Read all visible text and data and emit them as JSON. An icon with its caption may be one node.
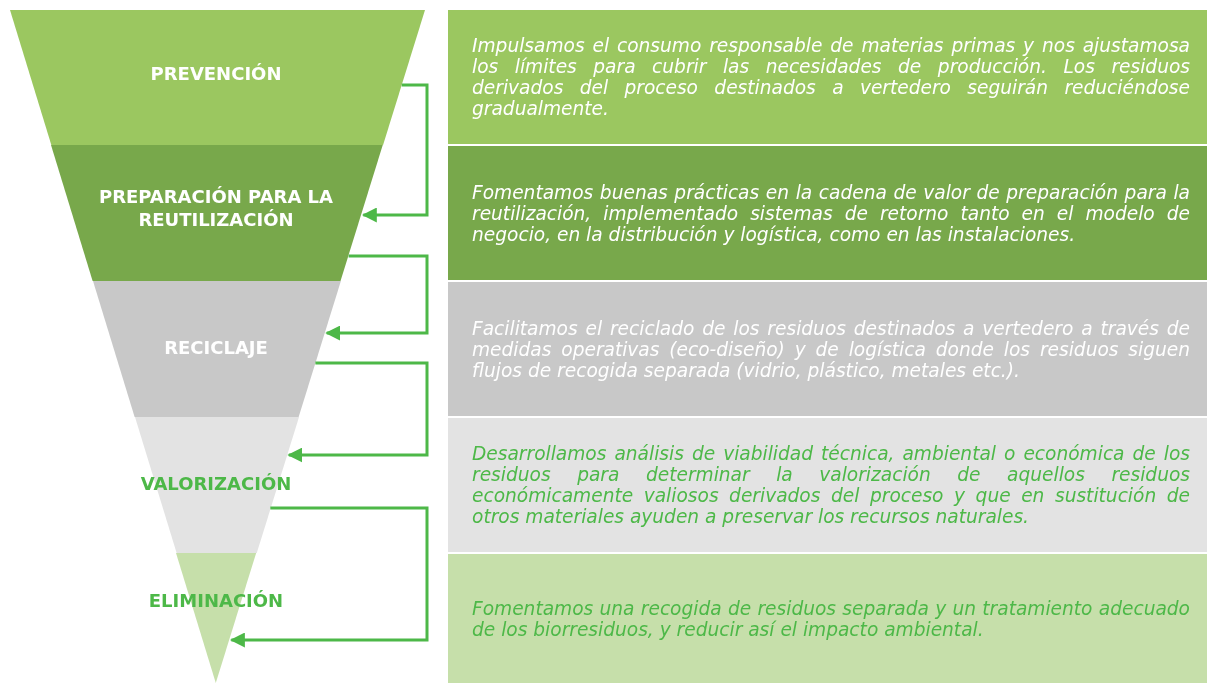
{
  "diagram": {
    "nodes": [
      {
        "text": [
          "PREVENCIÓN"
        ]
      },
      {
        "text": [
          "Impulsamos el consumo responsable de materias primas y nos ajustamosa los límites para cubrir las necesidades de producción. Los residuos derivados del proceso destinados a vertedero seguirán reduciéndose gradualmente."
        ]
      },
      {
        "text": [
          "PREPARACIÓN PARA LA REUTILIZACIÓN"
        ]
      },
      {
        "text": [
          "Fomentamos buenas prácticas en la cadena de valor de preparación para la reutilización, implementado sistemas de retorno tanto en el modelo de negocio, en la distribución y logística, como en las instalaciones."
        ]
      },
      {
        "text": [
          "RECICLAJE"
        ]
      },
      {
        "text": [
          "Facilitamos el reciclado de los residuos destinados a vertedero a través de medidas operativas (eco-diseño) y de logística donde los residuos siguen flujos de recogida separada (vidrio, plástico, metales etc.)."
        ]
      },
      {
        "text": [
          "VALORIZACIÓN"
        ]
      },
      {
        "text": [
          "Desarrollamos análisis de viabilidad técnica, ambiental o económica de los residuos para determinar la valorización de aquellos residuos económicamente valiosos derivados del proceso y que en sustitución de otros materiales ayuden a preservar los recursos naturales."
        ]
      },
      {
        "text": [
          "ELIMINACIÓN"
        ]
      },
      {
        "text": [
          "Fomentamos una recogida de residuos separada y un tratamiento adecuado de los biorresiduos, y reducir así el impacto ambiental."
        ]
      }
    ],
    "edges": [
      {
        "from": 0,
        "to": 2,
        "arrow": "to"
      },
      {
        "from": 2,
        "to": 4,
        "arrow": "to"
      },
      {
        "from": 4,
        "to": 6,
        "arrow": "to"
      },
      {
        "from": 6,
        "to": 8,
        "arrow": "to"
      }
    ]
  }
}
